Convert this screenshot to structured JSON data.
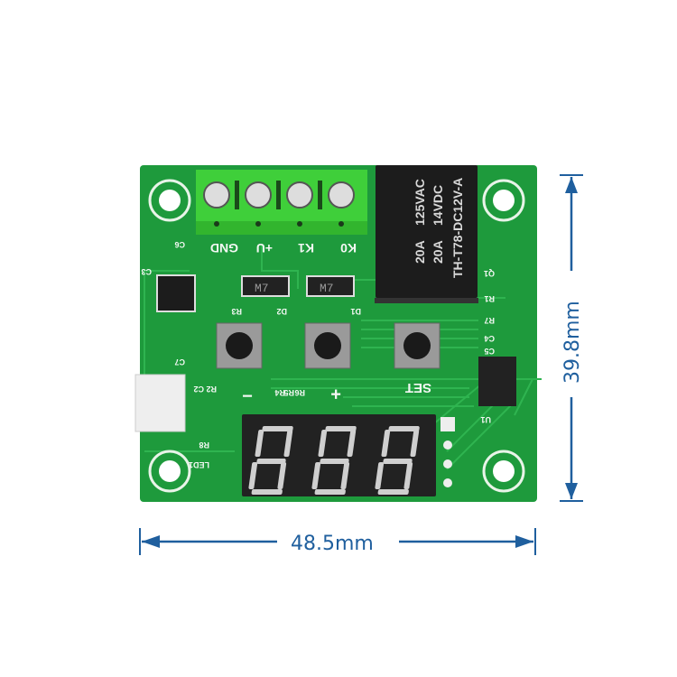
{
  "dimensions": {
    "width_label": "48.5mm",
    "height_label": "39.8mm",
    "color": "#1f5f9e"
  },
  "board": {
    "pcb_color": "#1e9a3c",
    "terminal_color": "#3fcf3a",
    "terminal_labels": [
      "GND",
      "+U",
      "K1",
      "K0"
    ],
    "relay": {
      "lines": [
        "125VAC",
        "14VDC",
        "20A",
        "20A",
        "TH-T78-DC12V-A"
      ]
    },
    "diode_marking": [
      "M7",
      "M7"
    ],
    "silkscreen": {
      "set": "SET",
      "plus": "+",
      "minus": "−",
      "components": [
        "C6",
        "C3",
        "R3",
        "D2",
        "D1",
        "Q1",
        "R1",
        "R7",
        "C4",
        "C5",
        "C7",
        "C2",
        "R2",
        "R4",
        "R5",
        "R6",
        "R8",
        "LED1",
        "U1"
      ]
    },
    "display": {
      "digits": [
        "8",
        "8",
        "8"
      ],
      "lit": false
    }
  }
}
